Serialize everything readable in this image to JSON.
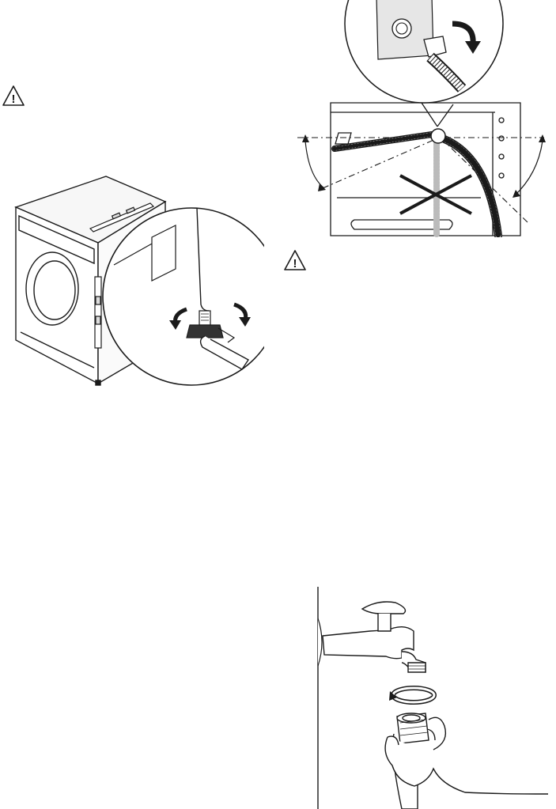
{
  "page": {
    "warning_icon_name": "warning-triangle-icon",
    "warning_icon_glyph": "!",
    "colors": {
      "line": "#1a1a1a",
      "fill_light": "#ffffff",
      "fill_grey": "#e6e6e6",
      "fill_dark": "#333333"
    }
  },
  "figures": {
    "leveling": {
      "name": "washer-leveling-illustration"
    },
    "hose_routing": {
      "name": "inlet-hose-routing-illustration"
    },
    "tap_connection": {
      "name": "tap-connection-illustration"
    }
  }
}
